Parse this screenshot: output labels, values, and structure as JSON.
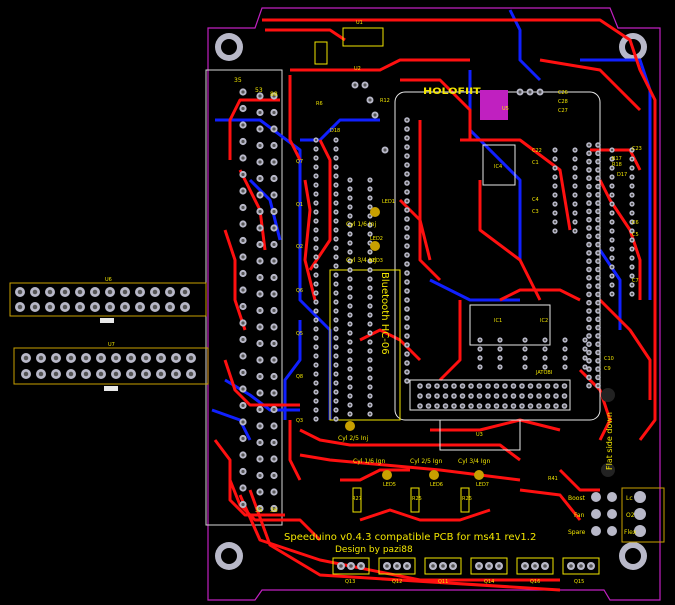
{
  "board": {
    "title_line1": "Speeduino v0.4.3 compatible PCB for ms41 rev1.2",
    "title_line2": "Design by pazi88",
    "flat_side_down": "Flat side down",
    "bluetooth": "Bluetooth HC-06",
    "logo_text": "HOLOFIIT",
    "colors": {
      "background": "#000000",
      "outline": "#c020c0",
      "top_copper": "#ff1010",
      "bottom_copper": "#1020ff",
      "silk": "#f2e600",
      "pad": "#b8b8c8",
      "gold": "#c8a000",
      "green": "#20c020",
      "white": "#e8e8e8"
    }
  },
  "connectors": {
    "u6": "U6",
    "u7": "U7",
    "u1": "U1",
    "u2": "U2",
    "u3": "U3",
    "u5": "U5",
    "ic1": "IC1",
    "ic2": "IC2",
    "ic4": "IC4",
    "jatobi": "JATOBI"
  },
  "transistors": [
    "Q7",
    "Q1",
    "Q2",
    "Q6",
    "Q5",
    "Q8",
    "Q3"
  ],
  "mosfets": [
    "Q13",
    "Q12",
    "Q11",
    "Q14",
    "Q16",
    "Q15"
  ],
  "ignition_labels": [
    "Cyl 1/6 Ign",
    "Cyl 2/5 Ign",
    "Cyl 3/4 Ign"
  ],
  "inj_labels": [
    "Cyl 1/6 Inj",
    "Cyl 3/4 Inj",
    "Cyl 2/5 Inj"
  ],
  "leds": [
    "LED1",
    "LED2",
    "LED3",
    "LED5",
    "LED6",
    "LED7"
  ],
  "outputs": {
    "boost": "Boost",
    "fan": "Fan",
    "spare": "Spare",
    "lc": "Lc",
    "o2": "O2",
    "flex": "Flex"
  },
  "caps_right": [
    "C26",
    "C28",
    "C27",
    "C23",
    "C22",
    "C1",
    "C4",
    "C3",
    "C5",
    "C6",
    "C7",
    "C10",
    "C9"
  ],
  "resistor_labels": [
    "R6",
    "R12",
    "R17",
    "R18",
    "R27",
    "R25",
    "R26",
    "R41"
  ],
  "diodes": [
    "D17",
    "D18"
  ],
  "header_labels": {
    "top_a": "35",
    "top_b": "53",
    "top_c": "88",
    "bottom_a": "35",
    "bottom_b": "36"
  }
}
